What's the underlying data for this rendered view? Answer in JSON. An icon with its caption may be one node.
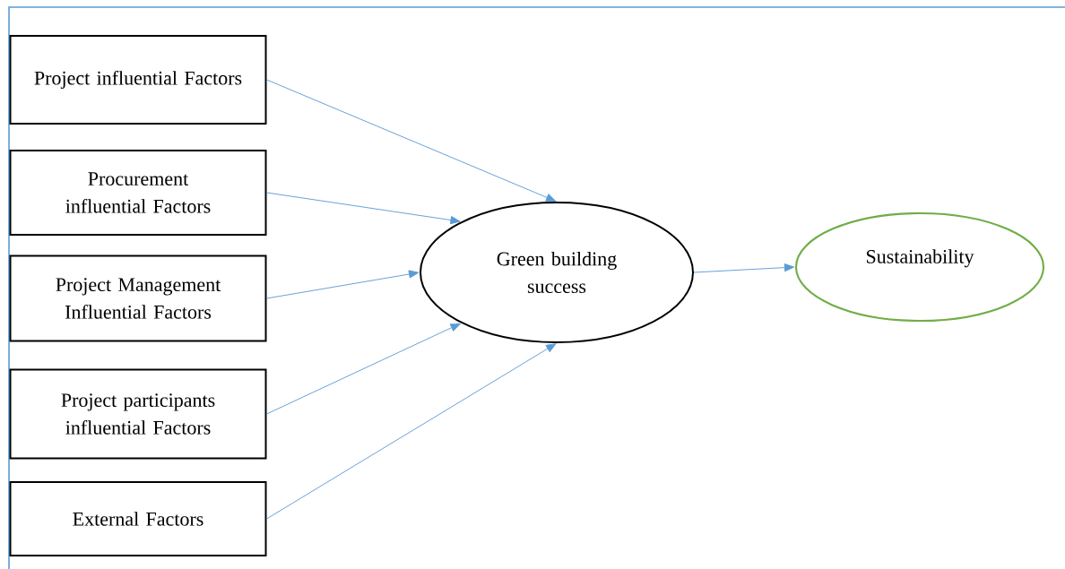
{
  "diagram": {
    "nodes": [
      {
        "text": [
          "Project influential Factors"
        ]
      },
      {
        "text": [
          "Procurement influential Factors"
        ]
      },
      {
        "text": [
          "Project Management Influential Factors"
        ]
      },
      {
        "text": [
          "Project participants influential Factors"
        ]
      },
      {
        "text": [
          "External Factors"
        ]
      },
      {
        "text": [
          "Green building success"
        ]
      },
      {
        "text": [
          "Sustainability"
        ]
      }
    ],
    "edges": [
      {
        "from": 0,
        "to": 5,
        "arrow": "to"
      },
      {
        "from": 1,
        "to": 5,
        "arrow": "to"
      },
      {
        "from": 2,
        "to": 5,
        "arrow": "to"
      },
      {
        "from": 3,
        "to": 5,
        "arrow": "to"
      },
      {
        "from": 4,
        "to": 5,
        "arrow": "to"
      },
      {
        "from": 5,
        "to": 6,
        "arrow": "to"
      }
    ]
  }
}
